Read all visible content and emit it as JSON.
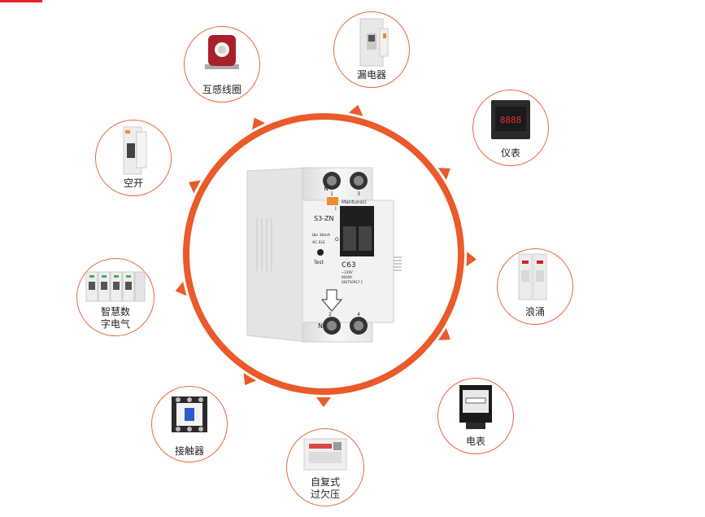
{
  "theme": {
    "ring_color": "#ea5a2a",
    "node_border": "#ea6a3c",
    "accent_bar": "#e8202a"
  },
  "breaker": {
    "brand": "Mantunsci",
    "model": "S3-ZN",
    "rating": "C63",
    "pole_top_left": "N",
    "pole_top_1": "1",
    "pole_top_3": "3",
    "pole_bottom_n": "N",
    "pole_bottom_2": "2",
    "pole_bottom_4": "4",
    "sensitivity": "IΔn 30mA",
    "type_text": "AC  ELE",
    "test_label": "Test",
    "voltage": "~230V",
    "breaking": "6000A",
    "standard": "GB/T10917.1",
    "switch_i": "I",
    "switch_o": "O"
  },
  "devices": [
    {
      "id": "ct",
      "label": "互感线圈",
      "icon": "current-transformer-icon"
    },
    {
      "id": "rcd",
      "label": "漏电器",
      "icon": "residual-current-device-icon"
    },
    {
      "id": "meter",
      "label": "仪表",
      "icon": "panel-meter-icon"
    },
    {
      "id": "spd",
      "label": "浪涌",
      "icon": "surge-protector-icon"
    },
    {
      "id": "emeter",
      "label": "电表",
      "icon": "energy-meter-icon"
    },
    {
      "id": "ovp",
      "label": "自复式\n过欠压",
      "icon": "voltage-protector-icon"
    },
    {
      "id": "contactor",
      "label": "接触器",
      "icon": "contactor-icon"
    },
    {
      "id": "smart",
      "label": "智慧数\n字电气",
      "icon": "smart-breaker-icon"
    },
    {
      "id": "air",
      "label": "空开",
      "icon": "mcb-icon"
    }
  ]
}
